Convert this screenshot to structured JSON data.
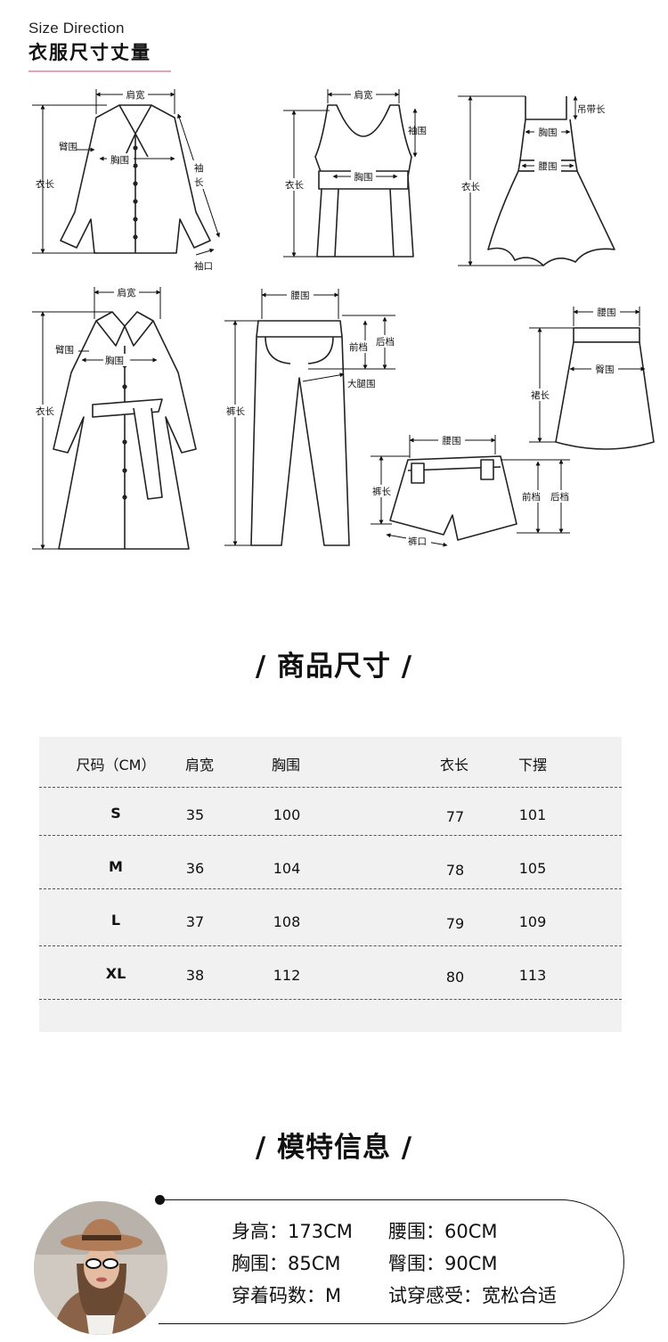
{
  "header": {
    "en": "Size Direction",
    "cn": "衣服尺寸丈量"
  },
  "diagram_labels": {
    "shirt_shoulder": "肩宽",
    "shirt_arm": "臂围",
    "shirt_chest": "胸围",
    "shirt_length": "衣长",
    "shirt_sleeve_1": "袖",
    "shirt_sleeve_2": "长",
    "shirt_cuff": "袖口",
    "tank_shoulder": "肩宽",
    "tank_armhole": "袖围",
    "tank_chest": "胸围",
    "tank_length": "衣长",
    "dress_strap": "吊带长",
    "dress_chest": "胸围",
    "dress_waist": "腰围",
    "dress_length": "衣长",
    "coat_shoulder": "肩宽",
    "coat_arm": "臂围",
    "coat_chest": "胸围",
    "coat_length": "衣长",
    "pants_waist": "腰围",
    "pants_front": "前档",
    "pants_back": "后档",
    "pants_thigh": "大腿围",
    "pants_length": "裤长",
    "skirt_waist": "腰围",
    "skirt_hip": "臀围",
    "skirt_length": "裙长",
    "shorts_waist": "腰围",
    "shorts_length": "裤长",
    "shorts_front": "前档",
    "shorts_back": "后档",
    "shorts_hem": "裤口"
  },
  "product_size": {
    "title": "/ 商品尺寸 /",
    "headers": [
      "尺码（CM）",
      "肩宽",
      "胸围",
      "衣长",
      "下摆"
    ],
    "rows": [
      [
        "S",
        "35",
        "100",
        "77",
        "101"
      ],
      [
        "M",
        "36",
        "104",
        "78",
        "105"
      ],
      [
        "L",
        "37",
        "108",
        "79",
        "109"
      ],
      [
        "XL",
        "38",
        "112",
        "80",
        "113"
      ]
    ]
  },
  "model_info": {
    "title": "/ 模特信息 /",
    "height": "身高：173CM",
    "waist": "腰围：60CM",
    "chest": "胸围：85CM",
    "hip": "臀围：90CM",
    "size_worn": "穿着码数：M",
    "fit": "试穿感受：宽松合适"
  }
}
